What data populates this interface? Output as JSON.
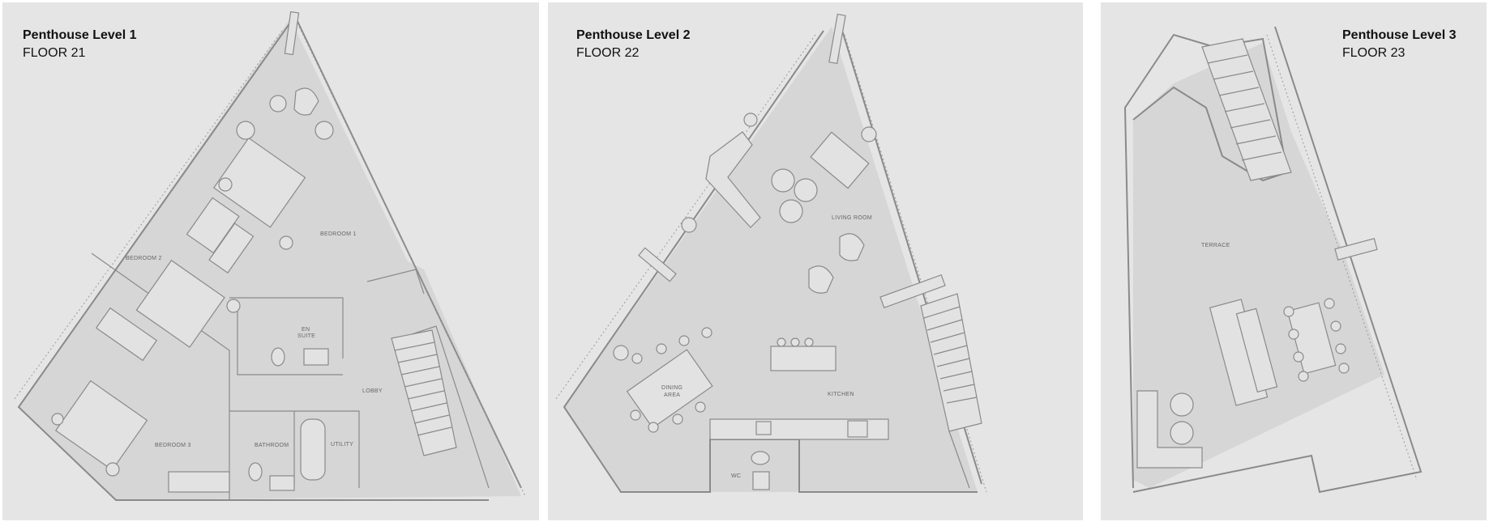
{
  "panels": [
    {
      "title": "Penthouse Level 1",
      "floor": "FLOOR 21",
      "rooms": {
        "bedroom1": "BEDROOM 1",
        "bedroom2": "BEDROOM 2",
        "bedroom3": "BEDROOM 3",
        "en_suite_1": "EN",
        "en_suite_2": "SUITE",
        "lobby": "LOBBY",
        "bathroom": "BATHROOM",
        "utility": "UTILITY"
      }
    },
    {
      "title": "Penthouse Level 2",
      "floor": "FLOOR 22",
      "rooms": {
        "living_room": "LIVING ROOM",
        "dining_1": "DINING",
        "dining_2": "AREA",
        "kitchen": "KITCHEN",
        "wc": "WC"
      }
    },
    {
      "title": "Penthouse Level 3",
      "floor": "FLOOR 23",
      "rooms": {
        "terrace": "TERRACE"
      }
    }
  ]
}
